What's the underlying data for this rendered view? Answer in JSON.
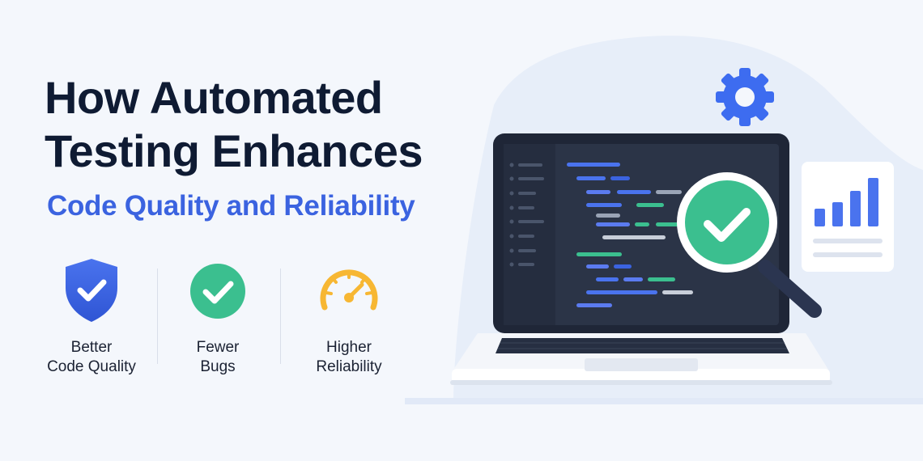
{
  "headline": {
    "line1": "How Automated",
    "line2": "Testing Enhances"
  },
  "subheadline": "Code Quality and Reliability",
  "features": [
    {
      "icon": "shield-check-icon",
      "line1": "Better",
      "line2": "Code Quality"
    },
    {
      "icon": "check-circle-icon",
      "line1": "Fewer",
      "line2": "Bugs"
    },
    {
      "icon": "speedometer-icon",
      "line1": "Higher",
      "line2": "Reliability"
    }
  ],
  "illustration": {
    "laptop_icon": "laptop-icon",
    "gear_icon": "gear-icon",
    "magnifier_icon": "magnifying-glass-check-icon",
    "chart_card_icon": "bar-chart-icon"
  },
  "colors": {
    "background": "#f4f7fc",
    "headline": "#0f1b33",
    "accent_blue": "#3b63e0",
    "accent_green": "#3bbf8f",
    "accent_yellow": "#f7b733",
    "screen_dark": "#232b3d"
  }
}
